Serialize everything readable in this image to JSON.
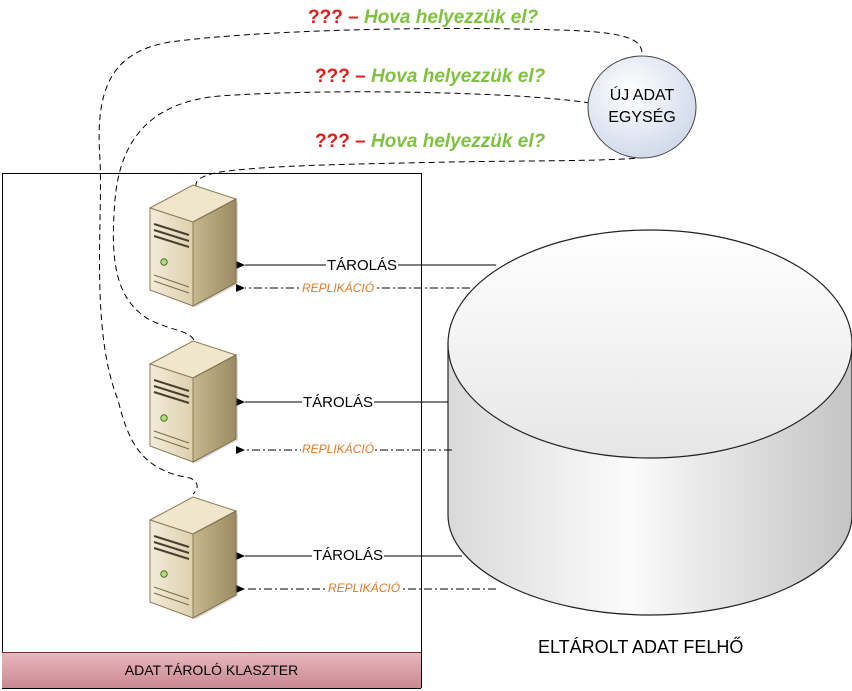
{
  "new_unit": {
    "line1": "ÚJ ADAT",
    "line2": "EGYSÉG"
  },
  "questions": [
    {
      "marks": "???",
      "dash": "–",
      "text": "Hova helyezzük el?"
    },
    {
      "marks": "???",
      "dash": "–",
      "text": "Hova helyezzük el?"
    },
    {
      "marks": "???",
      "dash": "–",
      "text": "Hova helyezzük el?"
    }
  ],
  "links": [
    {
      "store_label": "TÁROLÁS",
      "replication_label": "REPLIKÁCIÓ"
    },
    {
      "store_label": "TÁROLÁS",
      "replication_label": "REPLIKÁCIÓ"
    },
    {
      "store_label": "TÁROLÁS",
      "replication_label": "REPLIKÁCIÓ"
    }
  ],
  "cloud": {
    "title": "ELTÁROLT ADAT FELHŐ"
  },
  "cluster": {
    "title": "ADAT TÁROLÓ KLASZTER"
  },
  "colors": {
    "question_marks": "#e21b1b",
    "question_text": "#7fc241",
    "replication": "#e07a2a",
    "cluster_bar": "#d9a0a7",
    "node_fill": "#dde3f0"
  },
  "icons": {
    "server": "server-icon"
  }
}
